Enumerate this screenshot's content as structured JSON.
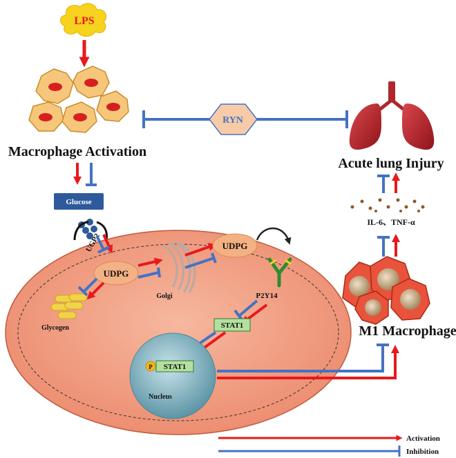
{
  "labels": {
    "lps": "LPS",
    "macrophage_activation": "Macrophage Activation",
    "ryn": "RYN",
    "acute_lung_injury": "Acute lung Injury",
    "glucose": "Glucose",
    "ugp2": "UGP2",
    "udpg_left": "UDPG",
    "udpg_right": "UDPG",
    "golgi": "Golgi",
    "glycogen": "Glycogen",
    "p2y14": "P2Y14",
    "stat1_cyto": "STAT1",
    "stat1_nuclear": "STAT1",
    "phospho": "P",
    "nucleus": "Nucleus",
    "cytokines": "IL-6、TNF-α",
    "m1_macrophage": "M1 Macrophage"
  },
  "legend": {
    "activation": "Activation",
    "inhibition": "Inhibition"
  },
  "colors": {
    "activation": "#e8191c",
    "inhibition": "#4472c4",
    "cell_fill": "#f0977f",
    "glucose_box": "#2e5a9c",
    "ryn_fill": "#f8cba8",
    "udpg_fill": "#f4b183",
    "stat1_fill": "#b3e0a0",
    "nucleus_fill": "#86b7c5",
    "lps_fill": "#f7d21e",
    "lung_fill": "#c0232b"
  }
}
